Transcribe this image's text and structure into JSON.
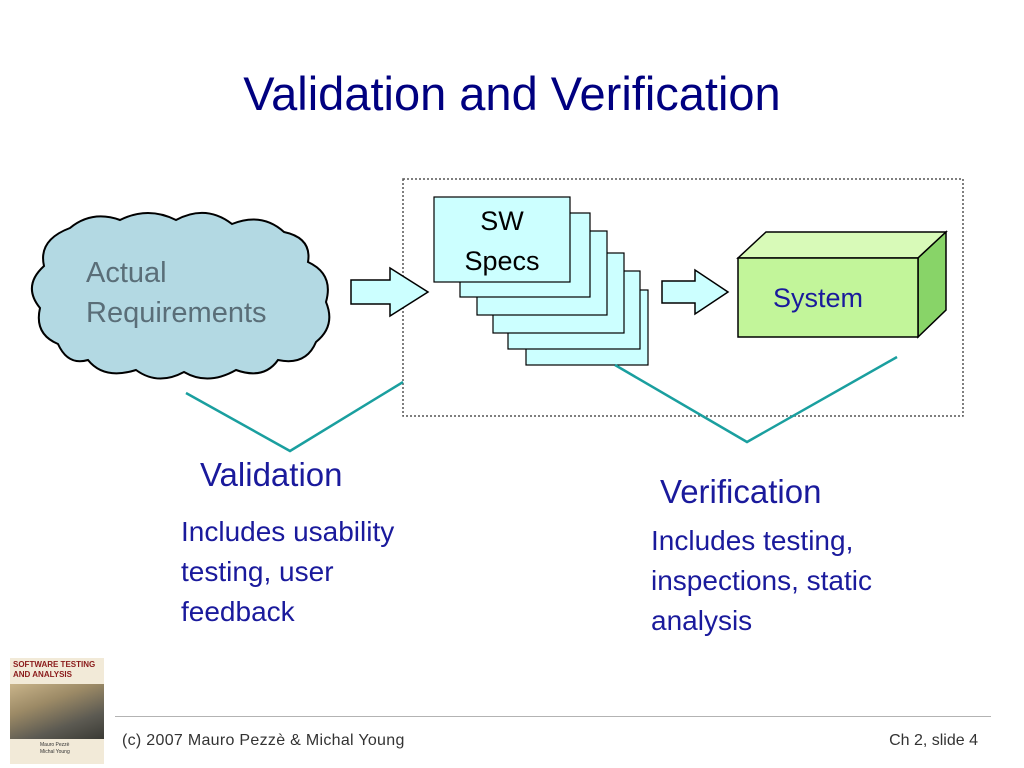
{
  "slide": {
    "title": "Validation and Verification"
  },
  "diagram": {
    "cloud_label_line1": "Actual",
    "cloud_label_line2": "Requirements",
    "specs_label_line1": "SW",
    "specs_label_line2": "Specs",
    "system_label": "System"
  },
  "validation": {
    "heading": "Validation",
    "line1": "Includes usability",
    "line2": "testing, user",
    "line3": "feedback"
  },
  "verification": {
    "heading": "Verification",
    "line1": "Includes testing,",
    "line2": "inspections, static",
    "line3": "analysis"
  },
  "book": {
    "title_line1": "SOFTWARE TESTING",
    "title_line2": "AND ANALYSIS",
    "author_line1": "Mauro Pezzè",
    "author_line2": "Michal Young"
  },
  "footer": {
    "copyright": "(c) 2007 Mauro Pezzè & Michal Young",
    "slide_number": "Ch 2, slide 4"
  },
  "colors": {
    "title": "#000080",
    "body_text": "#1a1a9c",
    "cloud_fill": "#b3d9e3",
    "spec_fill": "#ccffff",
    "system_front": "#c2f59a",
    "system_side": "#88d468",
    "connector": "#1a9f9f"
  }
}
